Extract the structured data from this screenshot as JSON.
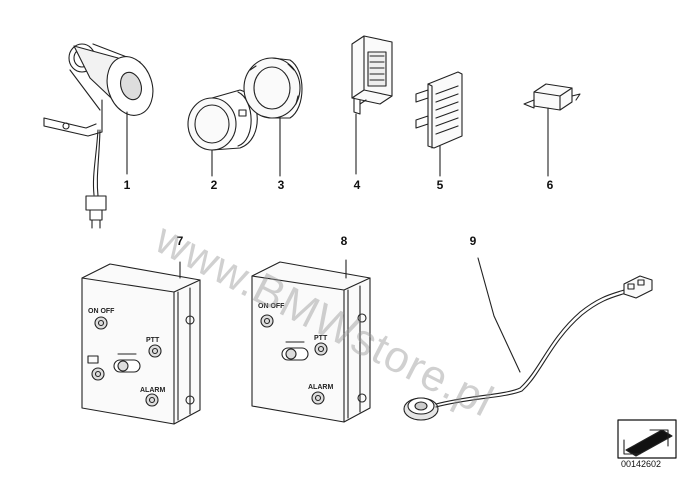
{
  "watermark": "www.BMWstore.pl",
  "callouts": [
    "1",
    "2",
    "3",
    "4",
    "5",
    "6",
    "7",
    "8",
    "9"
  ],
  "panel_labels": {
    "on_off": "ON OFF",
    "ptt": "PTT",
    "alarm": "ALARM"
  },
  "document_number": "00142602",
  "icons": {
    "corner_symbol": "arrow-into-box-icon"
  },
  "colors": {
    "line": "#222222",
    "watermark": "#969696"
  }
}
